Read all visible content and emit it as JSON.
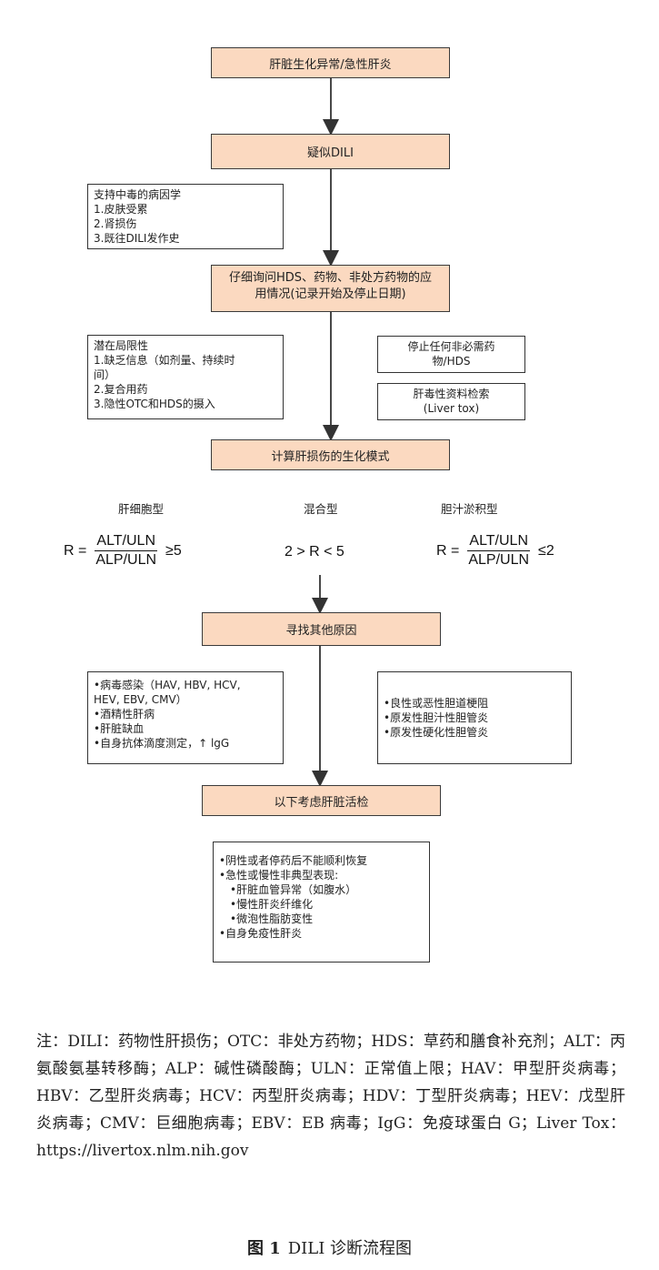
{
  "boxes": {
    "b1": "肝脏生化异常/急性肝炎",
    "b2": "疑似DILI",
    "b3_line1": "仔细询问HDS、药物、非处方药物的应",
    "b3_line2": "用情况(记录开始及停止日期)",
    "b4": "计算肝损伤的生化模式",
    "b5": "寻找其他原因",
    "b6": "以下考虑肝脏活检"
  },
  "support": {
    "lines": [
      "支持中毒的病因学",
      "1.皮肤受累",
      "2.肾损伤",
      "3.既往DILI发作史"
    ]
  },
  "limits": {
    "lines": [
      "潜在局限性",
      "1.缺乏信息（如剂量、持续时",
      "间）",
      "2.复合用药",
      "3.隐性OTC和HDS的摄入"
    ]
  },
  "stop": {
    "line1": "停止任何非必需药",
    "line2": "物/HDS"
  },
  "search": {
    "line1": "肝毒性资料检索",
    "line2": "(Liver tox)"
  },
  "patterns": {
    "hepatocellular": "肝细胞型",
    "mixed": "混合型",
    "cholestatic": "胆汁淤积型"
  },
  "formula": {
    "r": "R =",
    "num": "ALT/ULN",
    "den": "ALP/ULN",
    "left_cond": "≥5",
    "mixed_cond": "2 > R < 5",
    "right_cond": "≤2"
  },
  "causes_left": {
    "lines": [
      "•病毒感染（HAV, HBV, HCV,",
      "HEV, EBV, CMV）",
      "•酒精性肝病",
      "•肝脏缺血",
      "•自身抗体滴度测定，↑ lgG"
    ]
  },
  "causes_right": {
    "lines": [
      "•良性或恶性胆道梗阻",
      "•原发性胆汁性胆管炎",
      "•原发性硬化性胆管炎"
    ]
  },
  "biopsy": {
    "lines": [
      "•阴性或者停药后不能顺利恢复",
      "•急性或慢性非典型表现:",
      "•肝脏血管异常（如腹水）",
      "•慢性肝炎纤维化",
      "•微泡性脂肪变性",
      "•自身免疫性肝炎"
    ]
  },
  "note": "注：DILI：药物性肝损伤；OTC：非处方药物；HDS：草药和膳食补充剂；ALT：丙氨酸氨基转移酶；ALP：碱性磷酸酶；ULN：正常值上限；HAV：甲型肝炎病毒；HBV：乙型肝炎病毒；HCV：丙型肝炎病毒；HDV：丁型肝炎病毒；HEV：戊型肝炎病毒；CMV：巨细胞病毒；EBV：EB 病毒；IgG：免疫球蛋白 G；Liver Tox：https://livertox.nlm.nih.gov",
  "caption": {
    "label": "图 1",
    "text": "DILI 诊断流程图"
  },
  "colors": {
    "flow_fill": "#fbd9c0",
    "stroke": "#333333"
  }
}
